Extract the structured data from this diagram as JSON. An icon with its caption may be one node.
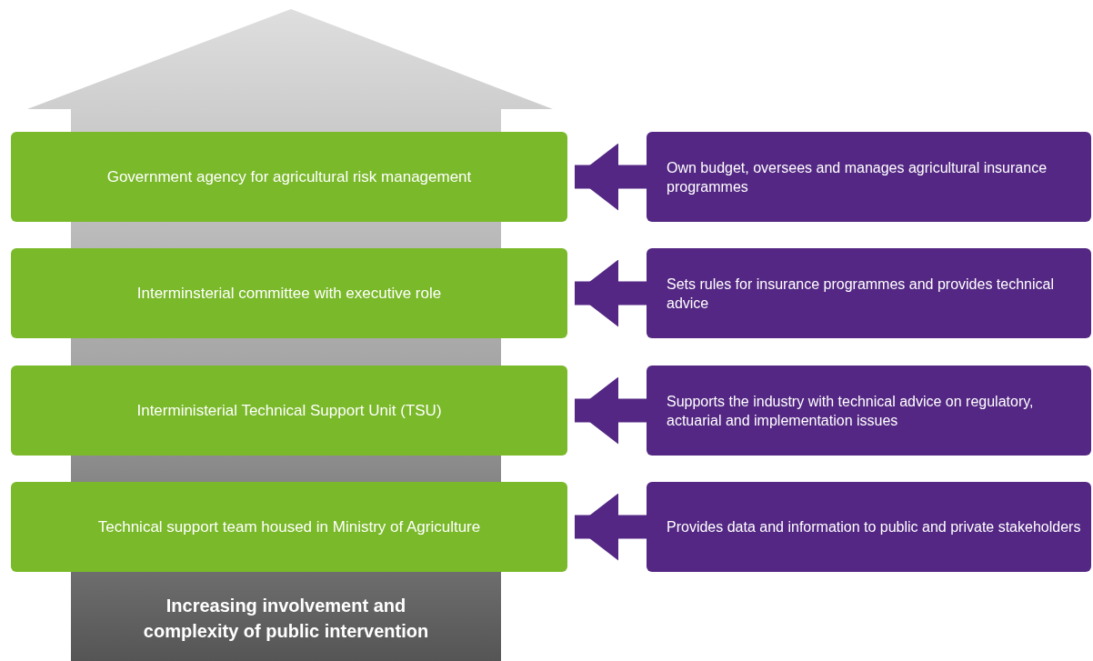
{
  "diagram": {
    "nodes": [
      {
        "text": [
          "Increasing involvement and complexity of public intervention"
        ]
      },
      {
        "text": [
          "Government agency for agricultural risk management"
        ]
      },
      {
        "text": [
          "Own budget, oversees and manages agricultural insurance programmes"
        ]
      },
      {
        "text": [
          "Interminsterial committee with executive role"
        ]
      },
      {
        "text": [
          "Sets rules for insurance programmes and provides technical advice"
        ]
      },
      {
        "text": [
          "Interministerial Technical Support Unit (TSU)"
        ]
      },
      {
        "text": [
          "Supports the industry with technical advice on regulatory, actuarial and implementation issues"
        ]
      },
      {
        "text": [
          "Technical support team housed in Ministry of Agriculture"
        ]
      },
      {
        "text": [
          "Provides data and information to public and private stakeholders"
        ]
      }
    ],
    "edges": [
      {
        "from": 2,
        "to": 1,
        "arrow": "to"
      },
      {
        "from": 4,
        "to": 3,
        "arrow": "to"
      },
      {
        "from": 6,
        "to": 5,
        "arrow": "to"
      },
      {
        "from": 8,
        "to": 7,
        "arrow": "to"
      }
    ]
  }
}
